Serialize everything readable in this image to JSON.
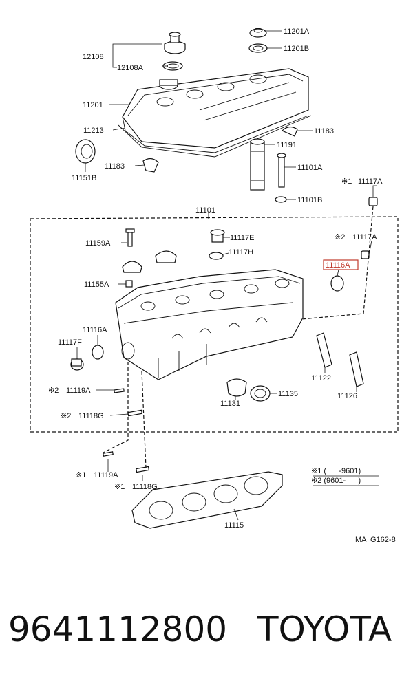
{
  "labels": {
    "l12108": "12108",
    "l12108A": "12108A",
    "l11201A": "11201A",
    "l11201B": "11201B",
    "l11201": "11201",
    "l11213": "11213",
    "l11183a": "11183",
    "l11183b": "11183",
    "l11151B": "11151B",
    "l11191": "11191",
    "l11101A": "11101A",
    "l11101B": "11101B",
    "l11101": "11101",
    "l11117A1": "11117A",
    "l11117A2": "11117A",
    "l11159A": "11159A",
    "l11117E": "11117E",
    "l11117H": "11117H",
    "l11116A_hl": "11116A",
    "l11155A": "11155A",
    "l11116A": "11116A",
    "l11117F": "11117F",
    "l11119A2": "11119A",
    "l11118G2": "11118G",
    "l11119A1": "11119A",
    "l11118G1": "11118G",
    "l11122": "11122",
    "l11126": "11126",
    "l11131": "11131",
    "l11135": "11135",
    "l11115": "11115"
  },
  "marks": {
    "m1": "※1",
    "m2": "※2"
  },
  "legend": {
    "row1": "※1 (      -9601)",
    "row2": "※2 (9601-      )"
  },
  "diagram_code": "MA  G162-8",
  "caption": {
    "part_number": "9641112800",
    "brand": "TOYOTA"
  },
  "colors": {
    "highlight": "#c0392b"
  }
}
